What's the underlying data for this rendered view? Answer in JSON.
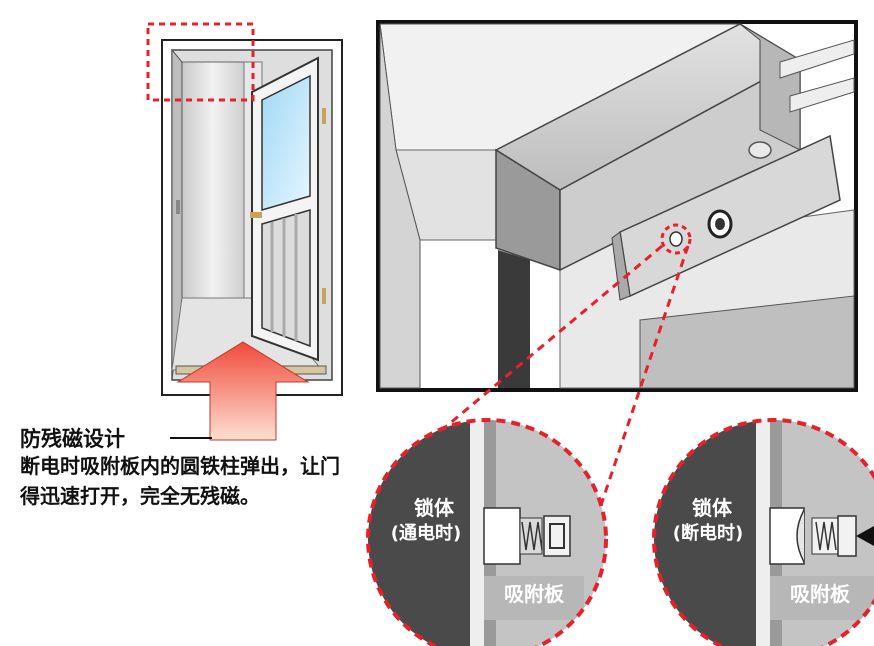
{
  "caption": {
    "title": "防残磁设计",
    "body": "断电时吸附板内的圆铁柱弹出，让门得迅速打开，完全无残磁。"
  },
  "detail_left": {
    "lock_body": "锁体",
    "state": "(通电时)",
    "plate": "吸附板"
  },
  "detail_right": {
    "lock_body": "锁体",
    "state": "(断电时)",
    "plate": "吸附板"
  },
  "colors": {
    "highlight": "#e8202a",
    "arrow_top": "#f04a3a",
    "arrow_bottom": "#fde0d2",
    "frame": "#111111"
  }
}
